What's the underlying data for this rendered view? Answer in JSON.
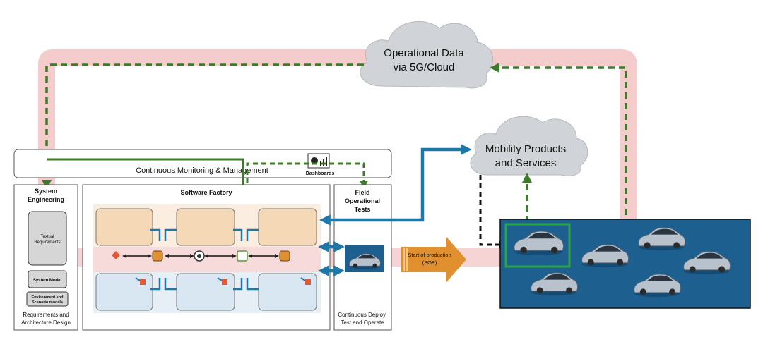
{
  "clouds": {
    "operational": {
      "line1": "Operational  Data",
      "line2": "via 5G/Cloud"
    },
    "mobility": {
      "line1": "Mobility Products",
      "line2": "and Services"
    }
  },
  "monitoring": {
    "label": "Continuous Monitoring  & Management",
    "dashboards_label": "Dashboards",
    "dashboards_icon": "dashboard-chart-icon"
  },
  "system_engineering": {
    "title_line1": "System",
    "title_line2": "Engineering",
    "textual_line1": "Textual",
    "textual_line2": "Requirements",
    "system_model": "System  Model",
    "env_line1": "Environment  and",
    "env_line2": "Scenario  models",
    "footer_line1": "Requirements and",
    "footer_line2": "Architecture Design"
  },
  "software_factory": {
    "title": "Software Factory"
  },
  "field_tests": {
    "title_line1": "Field",
    "title_line2": "Operational",
    "title_line3": "Tests",
    "footer_line1": "Continuous Deploy,",
    "footer_line2": "Test and Operate"
  },
  "sop": {
    "line1": "Start of production",
    "line2": "(SOP)"
  },
  "colors": {
    "loop_band": "#f4cccc",
    "green_dash": "#3d7a2a",
    "blue_arrow": "#1f77a8",
    "orange_arrow": "#e0902e",
    "fleet_bg": "#1d5f8f",
    "tan_box": "#f5d8b5",
    "blue_box": "#d8e7f1"
  }
}
